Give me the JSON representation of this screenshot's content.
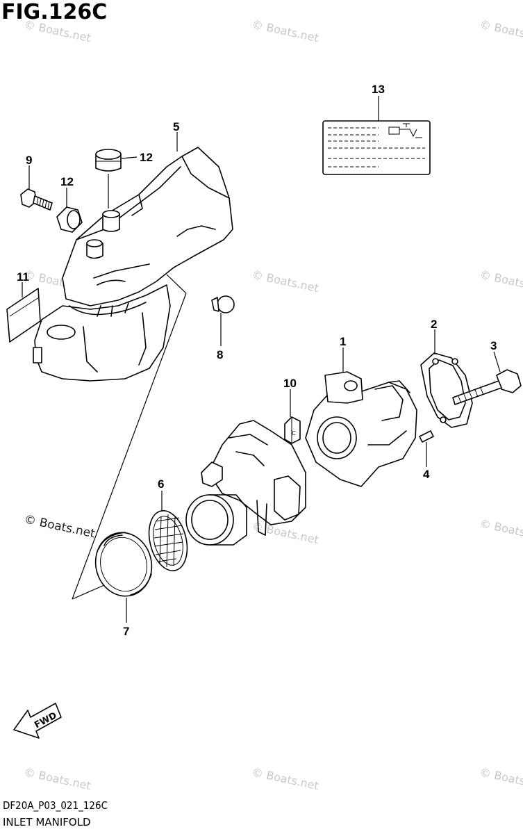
{
  "figure": {
    "title": "FIG.126C",
    "ref_code": "DF20A_P03_021_126C",
    "caption": "INLET MANIFOLD"
  },
  "callouts": {
    "c1": "1",
    "c2": "2",
    "c3": "3",
    "c4": "4",
    "c5": "5",
    "c6": "6",
    "c7": "7",
    "c8": "8",
    "c9": "9",
    "c10": "10",
    "c11": "11",
    "c12a": "12",
    "c12b": "12",
    "c13": "13"
  },
  "fwd_label": "FWD",
  "watermark": {
    "text": "© Boats.net"
  }
}
